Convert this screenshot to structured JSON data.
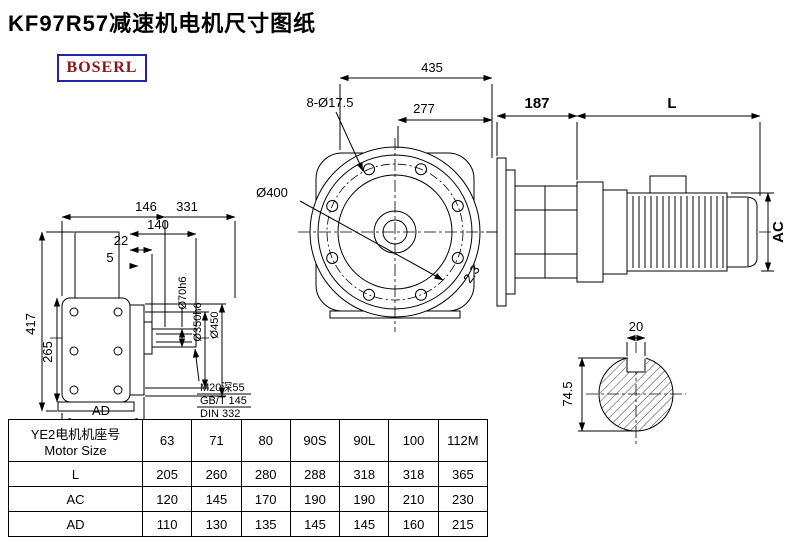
{
  "page": {
    "title": "KF97R57减速机电机尺寸图纸",
    "logo_text": "BOSERL",
    "colors": {
      "logo_border": "#2222aa",
      "logo_text": "#8b1515",
      "drawing_line": "#000000"
    }
  },
  "front_view": {
    "dim_width": "435",
    "dim_bolt_holes": "8-Ø17.5",
    "dim_center_to_face": "277",
    "dim_flange_circle": "Ø400",
    "surface_note": "2.3"
  },
  "side_view": {
    "dim_flange_to_motor": "187",
    "dim_motor_length": "L",
    "dim_motor_height": "AC"
  },
  "left_view": {
    "dim_depth_1": "146",
    "dim_depth_2": "331",
    "dim_shaft_len": "140",
    "dim_step": "22",
    "dim_gap": "5",
    "dim_total_height": "417",
    "dim_body_height": "265",
    "dim_base_width": "AD",
    "dim_shaft_dia": "Ø70h6",
    "dim_spigot_dia": "Ø350h6",
    "dim_flange_dia": "Ø450",
    "note_thread": "M20深55",
    "note_standard1": "GB/T 145",
    "note_standard2": "DIN 332"
  },
  "shaft_section": {
    "dim_keyway_width": "20",
    "dim_key_height": "74.5"
  },
  "table": {
    "header_line1": "YE2电机机座号",
    "header_line2": "Motor Size",
    "sizes": [
      "63",
      "71",
      "80",
      "90S",
      "90L",
      "100",
      "112M"
    ],
    "rows": [
      {
        "label": "L",
        "values": [
          "205",
          "260",
          "280",
          "288",
          "318",
          "318",
          "365"
        ]
      },
      {
        "label": "AC",
        "values": [
          "120",
          "145",
          "170",
          "190",
          "190",
          "210",
          "230"
        ]
      },
      {
        "label": "AD",
        "values": [
          "110",
          "130",
          "135",
          "145",
          "145",
          "160",
          "215"
        ]
      }
    ]
  }
}
